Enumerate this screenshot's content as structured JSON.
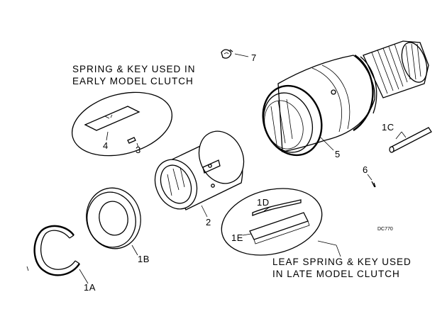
{
  "captions": {
    "early_line1": "SPRING & KEY USED IN",
    "early_line2": "EARLY MODEL CLUTCH",
    "late_line1": "LEAF SPRING & KEY USED",
    "late_line2": "IN LATE MODEL CLUTCH"
  },
  "labels": {
    "l7": "7",
    "l4": "4",
    "l3": "3",
    "l5": "5",
    "l1c": "1C",
    "l6": "6",
    "l2": "2",
    "l1d": "1D",
    "l1e": "1E",
    "l1b": "1B",
    "l1a": "1A",
    "code": "DC770"
  }
}
